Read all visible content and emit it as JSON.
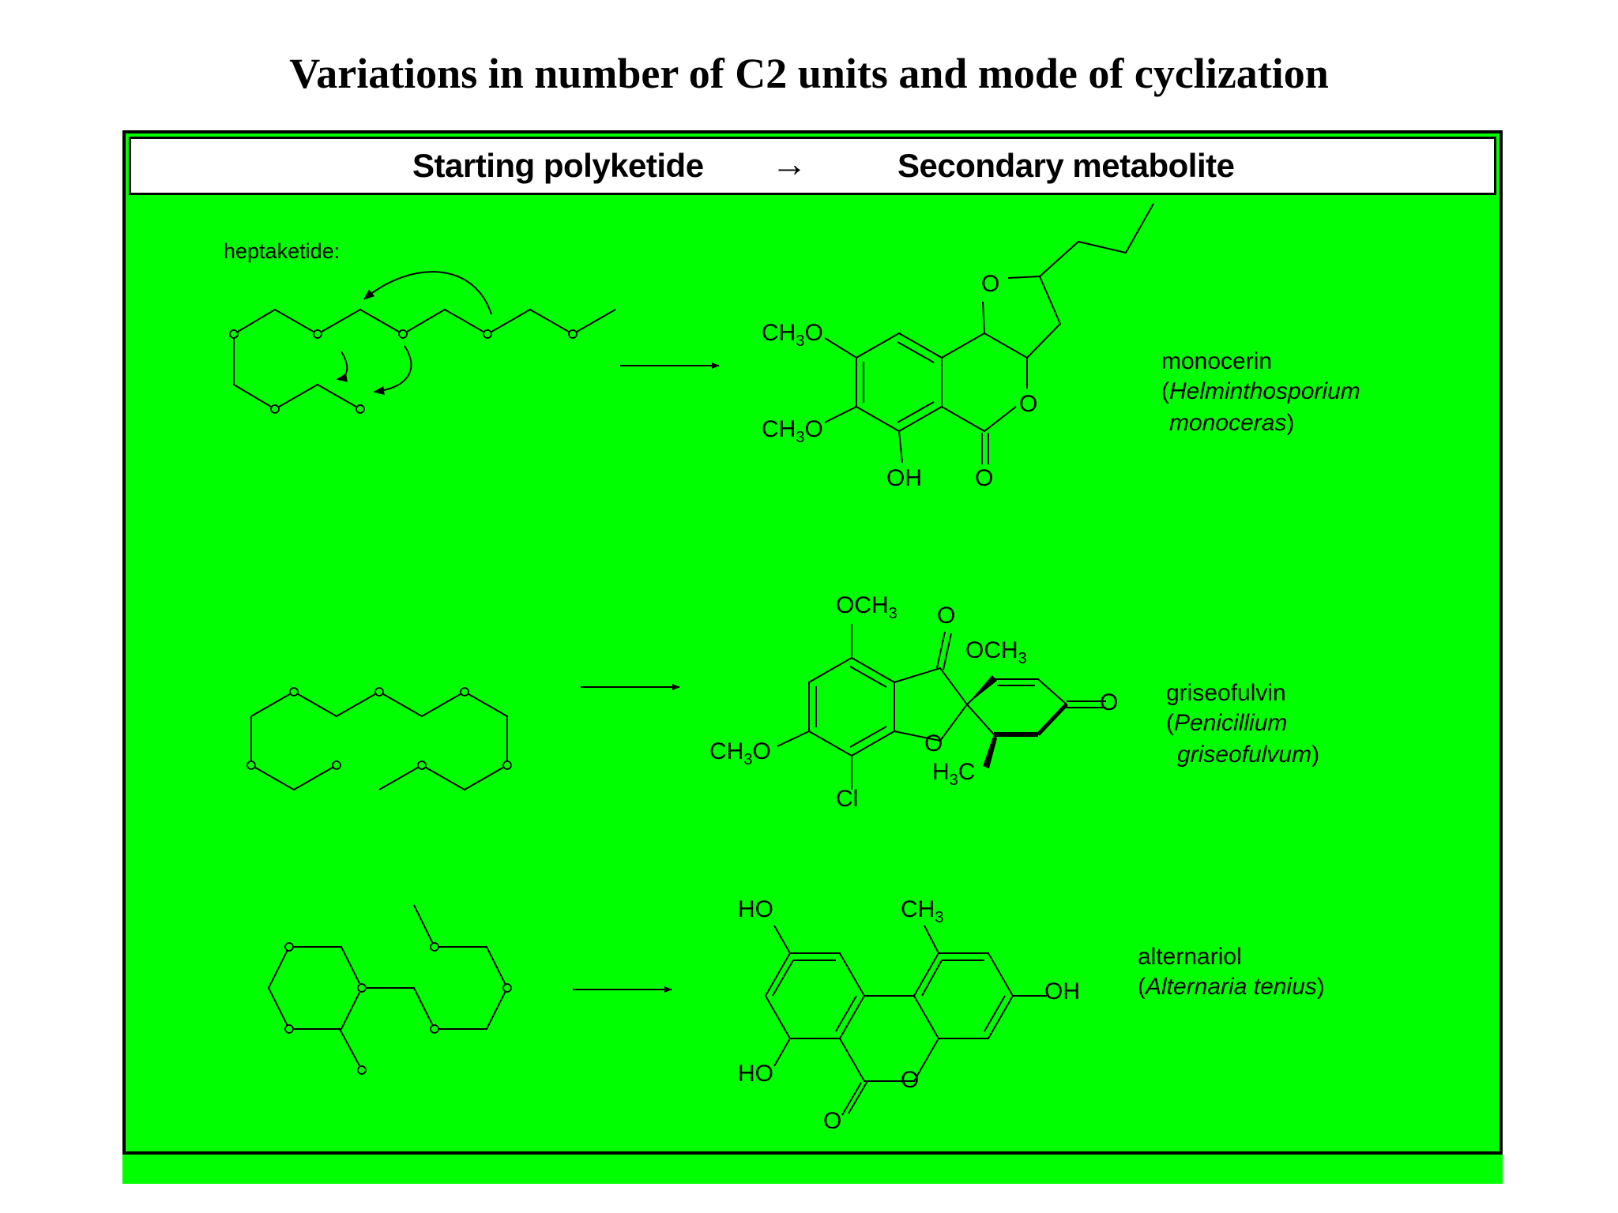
{
  "title": "Variations in number of C2 units and mode of cyclization",
  "header": {
    "left": "Starting polyketide",
    "arrow": "→",
    "right": "Secondary metabolite"
  },
  "colors": {
    "panel": "#00ff00",
    "ink": "#000000"
  },
  "rows": [
    {
      "polyketide_label": "heptaketide:",
      "product": {
        "name": "monocerin",
        "organism_genus": "Helminthosporium",
        "organism_species": "monoceras",
        "atoms": {
          "och3_top": "CH3O",
          "och3_bottom": "CH3O",
          "oh": "OH",
          "o_carbonyl": "O",
          "o_ring": "O",
          "o_furan": "O"
        }
      }
    },
    {
      "product": {
        "name": "griseofulvin",
        "organism_genus": "Penicillium",
        "organism_species": "griseofulvum",
        "atoms": {
          "och3_top": "OCH3",
          "o_carbonyl_top": "O",
          "och3_right": "OCH3",
          "o_ketone": "O",
          "o_ring": "O",
          "ch3o": "CH3O",
          "cl": "Cl",
          "h3c": "H3C"
        }
      }
    },
    {
      "product": {
        "name": "alternariol",
        "organism_genus": "Alternaria tenius",
        "organism_species": "",
        "atoms": {
          "ho_top": "HO",
          "ch3": "CH3",
          "oh": "OH",
          "ho_bottom": "HO",
          "o_ring": "O",
          "o_carbonyl": "O"
        }
      }
    }
  ]
}
